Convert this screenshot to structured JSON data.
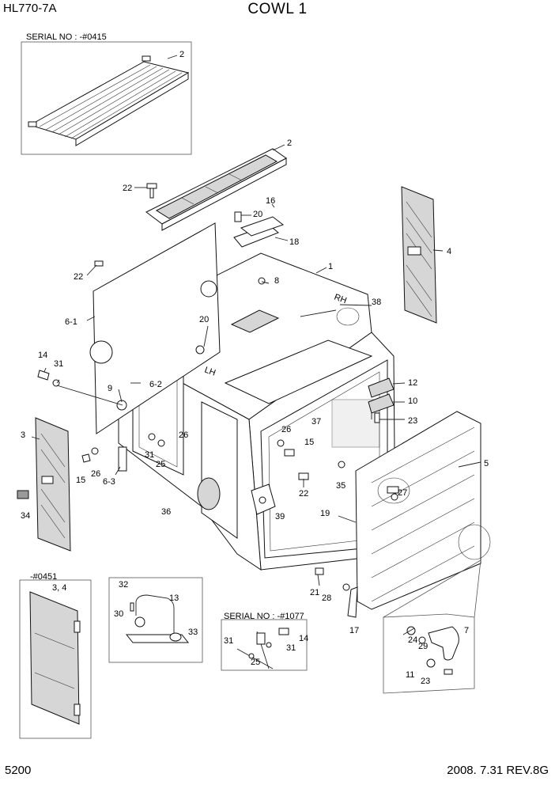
{
  "header": {
    "model": "HL770-7A",
    "title": "COWL 1"
  },
  "footer": {
    "page_number": "5200",
    "revision": "2008. 7.31  REV.8G"
  },
  "serial_notes": {
    "top_box": "SERIAL NO : -#0415",
    "left_box": "-#0451",
    "bottom_box": "SERIAL NO : -#1077"
  },
  "callouts": {
    "c2_top": "2",
    "c2_main": "2",
    "c1": "1",
    "c3": "3",
    "c34_box": "3, 4",
    "c4": "4",
    "c5": "5",
    "c6_1": "6-1",
    "c6_2": "6-2",
    "c6_3": "6-3",
    "c7": "7",
    "c8": "8",
    "c9": "9",
    "c10": "10",
    "c11": "11",
    "c12": "12",
    "c13": "13",
    "c14_left": "14",
    "c14_box": "14",
    "c15_left": "15",
    "c15_mid": "15",
    "c16": "16",
    "c17": "17",
    "c18": "18",
    "c19": "19",
    "c20_top": "20",
    "c20_mid": "20",
    "c21": "21",
    "c22_top": "22",
    "c22_left": "22",
    "c22_mid": "22",
    "c23_right": "23",
    "c23_box": "23",
    "c24": "24",
    "c25_left": "25",
    "c25_box": "25",
    "c26_left": "26",
    "c26_low": "26",
    "c26_mid": "26",
    "c27": "27",
    "c28": "28",
    "c29": "29",
    "c30": "30",
    "c31_left": "31",
    "c31_inner": "31",
    "c31_box_a": "31",
    "c31_box_b": "31",
    "c32": "32",
    "c33": "33",
    "c34": "34",
    "c35": "35",
    "c36": "36",
    "c37": "37",
    "c38": "38",
    "c39": "39"
  },
  "marks": {
    "rh": "RH",
    "lh": "LH"
  }
}
